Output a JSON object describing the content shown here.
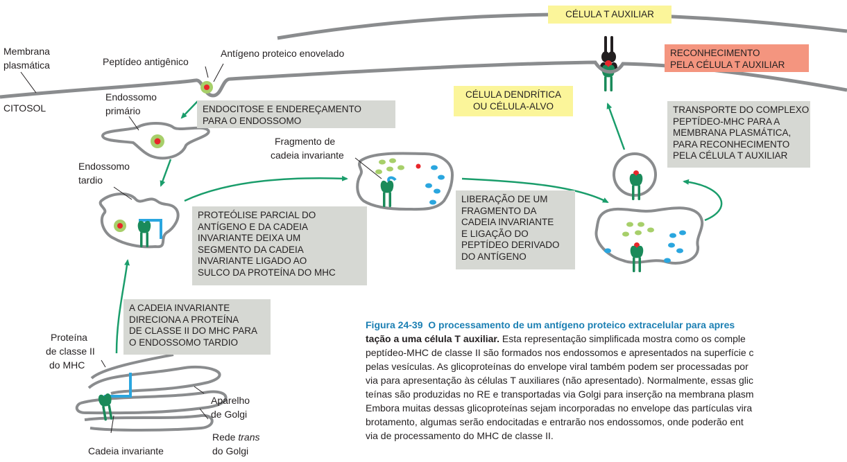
{
  "labels": {
    "membrane": [
      "Membrana",
      "plasmática"
    ],
    "cytosol": "CITOSOL",
    "antigen_peptide": "Peptídeo antigênico",
    "folded_antigen": "Antígeno proteico enovelado",
    "early_endosome": [
      "Endossomo",
      "primário"
    ],
    "late_endosome": [
      "Endossomo",
      "tardio"
    ],
    "invariant_fragment": [
      "Fragmento de",
      "cadeia invariante"
    ],
    "mhc_class2": [
      "Proteína",
      "de classe II",
      "do MHC"
    ],
    "golgi": [
      "Aparelho",
      "de Golgi"
    ],
    "trans_golgi": [
      "Rede ",
      "trans",
      "do Golgi"
    ],
    "invariant_chain": "Cadeia invariante"
  },
  "boxes": {
    "t_helper": "CÉLULA T AUXILIAR",
    "recognition": [
      "RECONHECIMENTO",
      "PELA CÉLULA T AUXILIAR"
    ],
    "dendritic": [
      "CÉLULA DENDRÍTICA",
      "OU CÉLULA-ALVO"
    ],
    "endocytosis": [
      "ENDOCITOSE E ENDEREÇAMENTO",
      "PARA O ENDOSSOMO"
    ],
    "transport": [
      "TRANSPORTE DO COMPLEXO",
      "PEPTÍDEO-MHC PARA A",
      "MEMBRANA PLASMÁTICA,",
      "PARA RECONHECIMENTO",
      "PELA CÉLULA T AUXILIAR"
    ],
    "proteolysis": [
      "PROTEÓLISE PARCIAL DO",
      "ANTÍGENO E DA CADEIA",
      "INVARIANTE DEIXA UM",
      "SEGMENTO DA CADEIA",
      "INVARIANTE LIGADO AO",
      "SULCO DA PROTEÍNA DO MHC"
    ],
    "release": [
      "LIBERAÇÃO DE UM",
      "FRAGMENTO DA",
      "CADEIA INVARIANTE",
      "E LIGAÇÃO DO",
      "PEPTÍDEO DERIVADO",
      "DO ANTÍGENO"
    ],
    "directs": [
      "A CADEIA INVARIANTE",
      "DIRECIONA A PROTEÍNA",
      "DE CLASSE II DO MHC PARA",
      "O ENDOSSOMO TARDIO"
    ]
  },
  "caption": {
    "number": "Figura 24-39",
    "title_line1": "O processamento de um antígeno proteico extracelular para apres",
    "title_line2": "tação a uma célula T auxiliar.",
    "line2_rest": " Esta representação simplificada mostra como os comple",
    "lines": [
      "peptídeo-MHC de classe II são formados nos endossomos e apresentados na superfície c",
      "pelas vesículas. As glicoproteínas do envelope viral também podem ser processadas por",
      "via para apresentação às células T auxiliares (não apresentado). Normalmente, essas glic",
      "teínas são produzidas no RE e transportadas via Golgi para inserção na membrana plasm",
      "Embora muitas dessas glicoproteínas sejam incorporadas no envelope das partículas vira",
      "brotamento, algumas serão endocitadas e entrarão nos endossomos, onde poderão ent",
      "via de processamento do MHC de classe II."
    ]
  },
  "colors": {
    "membrane": "#8a8c8e",
    "arrow": "#1a9d6b",
    "mhc": "#1a8a5a",
    "invariant": "#2aa6df",
    "peptide": "#e8262a",
    "fragment_green": "#a7cf6a",
    "fragment_blue": "#2aa6df",
    "box_gray": "#d6d8d3",
    "box_yellow": "#fbf59a",
    "box_salmon": "#f4957f",
    "caption_blue": "#1b7fb3"
  }
}
